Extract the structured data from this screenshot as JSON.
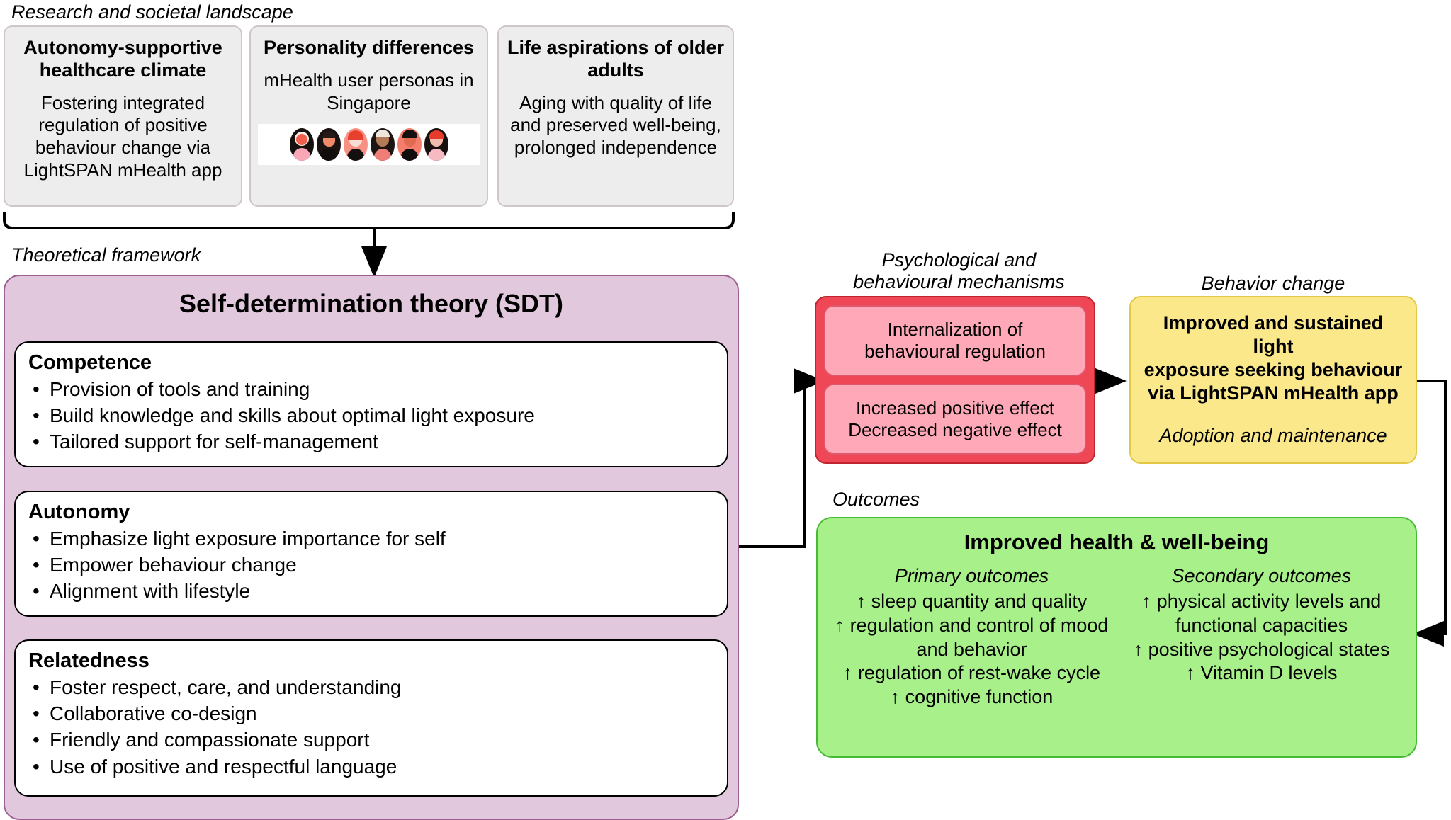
{
  "sections": {
    "research_landscape": "Research and societal landscape",
    "theoretical_framework": "Theoretical framework",
    "mechanisms": "Psychological and\nbehavioural mechanisms",
    "behavior_change": "Behavior change",
    "outcomes": "Outcomes"
  },
  "landscape_cards": [
    {
      "title": "Autonomy-supportive\nhealthcare climate",
      "subtitle": "Fostering integrated regulation of positive behaviour change via LightSPAN mHealth app",
      "has_image": false
    },
    {
      "title": "Personality differences",
      "subtitle": "mHealth user personas in Singapore",
      "has_image": true,
      "image_name": "mhealth-user-personas-avatars"
    },
    {
      "title": "Life aspirations of older adults",
      "subtitle": "Aging with quality of life and preserved well-being, prolonged independence",
      "has_image": false
    }
  ],
  "sdt": {
    "title": "Self-determination theory (SDT)",
    "needs": [
      {
        "name": "Competence",
        "items": [
          "Provision of tools and training",
          "Build knowledge and skills about optimal light exposure",
          "Tailored support for self-management"
        ]
      },
      {
        "name": "Autonomy",
        "items": [
          "Emphasize light exposure importance for self",
          "Empower behaviour change",
          "Alignment with lifestyle"
        ]
      },
      {
        "name": "Relatedness",
        "items": [
          "Foster respect, care, and understanding",
          "Collaborative co-design",
          "Friendly and compassionate support",
          "Use of positive and respectful language"
        ]
      }
    ]
  },
  "mechanisms_box": {
    "items": [
      "Internalization of\nbehavioural regulation",
      "Increased positive effect\nDecreased negative effect"
    ]
  },
  "behavior_change_box": {
    "headline": "Improved and sustained light\nexposure seeking behaviour\nvia LightSPAN mHealth app",
    "italic_note": "Adoption and maintenance"
  },
  "outcomes_box": {
    "title": "Improved health & well-being",
    "columns": [
      {
        "heading": "Primary outcomes",
        "lines": [
          "↑ sleep quantity and quality",
          "↑ regulation and control of mood and behavior",
          "↑ regulation of rest-wake cycle",
          "↑ cognitive function"
        ]
      },
      {
        "heading": "Secondary outcomes",
        "lines": [
          "↑ physical activity levels and functional capacities",
          "↑ positive psychological states",
          "↑ Vitamin D levels"
        ]
      }
    ]
  },
  "colors": {
    "card_grey": "#ededed",
    "sdt_purple": "#e2c8dd",
    "sdt_border": "#9b5f93",
    "mechanism_red": "#f04757",
    "mechanism_pink": "#ffa8b8",
    "behavior_yellow": "#fae88a",
    "outcome_green": "#a7f08a",
    "arrow_black": "#000000"
  }
}
